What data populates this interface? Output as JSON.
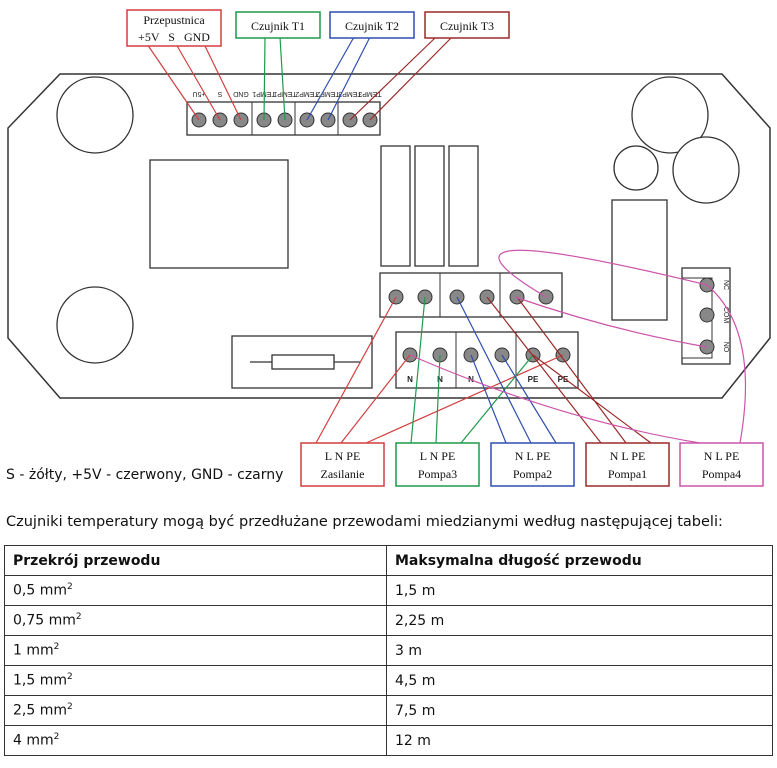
{
  "colors": {
    "red": "#d33f3f",
    "green": "#1e9a4a",
    "blue": "#2f4fb0",
    "darkred": "#9b2a2a",
    "magenta": "#cc55aa",
    "board": "#333333"
  },
  "top_boxes": [
    {
      "id": "przepustnica",
      "title": "Przepustnica",
      "sub": "+5V   S   GND",
      "color": "red"
    },
    {
      "id": "t1",
      "title": "Czujnik T1",
      "sub": "",
      "color": "green"
    },
    {
      "id": "t2",
      "title": "Czujnik T2",
      "sub": "",
      "color": "blue"
    },
    {
      "id": "t3",
      "title": "Czujnik T3",
      "sub": "",
      "color": "darkred"
    }
  ],
  "terminal_labels": {
    "top": [
      "+5U",
      "S",
      "GND",
      "TEMP1",
      "TEMP1",
      "TEMP2",
      "TEMP2",
      "TEMP3",
      "TEMP3"
    ],
    "relay": [
      "NC",
      "COM",
      "NO"
    ],
    "bottom": [
      "N",
      "N",
      "N",
      "PE",
      "PE"
    ]
  },
  "bottom_boxes": [
    {
      "id": "zasilanie",
      "pins": "L   N   PE",
      "name": "Zasilanie",
      "color": "red"
    },
    {
      "id": "pompa3",
      "pins": "L   N   PE",
      "name": "Pompa3",
      "color": "green"
    },
    {
      "id": "pompa2",
      "pins": "N   L   PE",
      "name": "Pompa2",
      "color": "blue"
    },
    {
      "id": "pompa1",
      "pins": "N   L   PE",
      "name": "Pompa1",
      "color": "darkred"
    },
    {
      "id": "pompa4",
      "pins": "N   L   PE",
      "name": "Pompa4",
      "color": "magenta"
    }
  ],
  "colors_note": "S - żółty, +5V - czerwony, GND - czarny",
  "table_intro": "Czujniki temperatury mogą być przedłużane przewodami miedzianymi według następującej tabeli:",
  "table": {
    "headers": [
      "Przekrój przewodu",
      "Maksymalna długość przewodu"
    ],
    "rows": [
      {
        "section": "0,5 mm",
        "length": "1,5 m"
      },
      {
        "section": "0,75 mm",
        "length": "2,25 m"
      },
      {
        "section": "1 mm",
        "length": "3 m"
      },
      {
        "section": "1,5 mm",
        "length": "4,5 m"
      },
      {
        "section": "2,5 mm",
        "length": "7,5 m"
      },
      {
        "section": "4 mm",
        "length": "12 m"
      }
    ],
    "unit_superscript": "2"
  }
}
